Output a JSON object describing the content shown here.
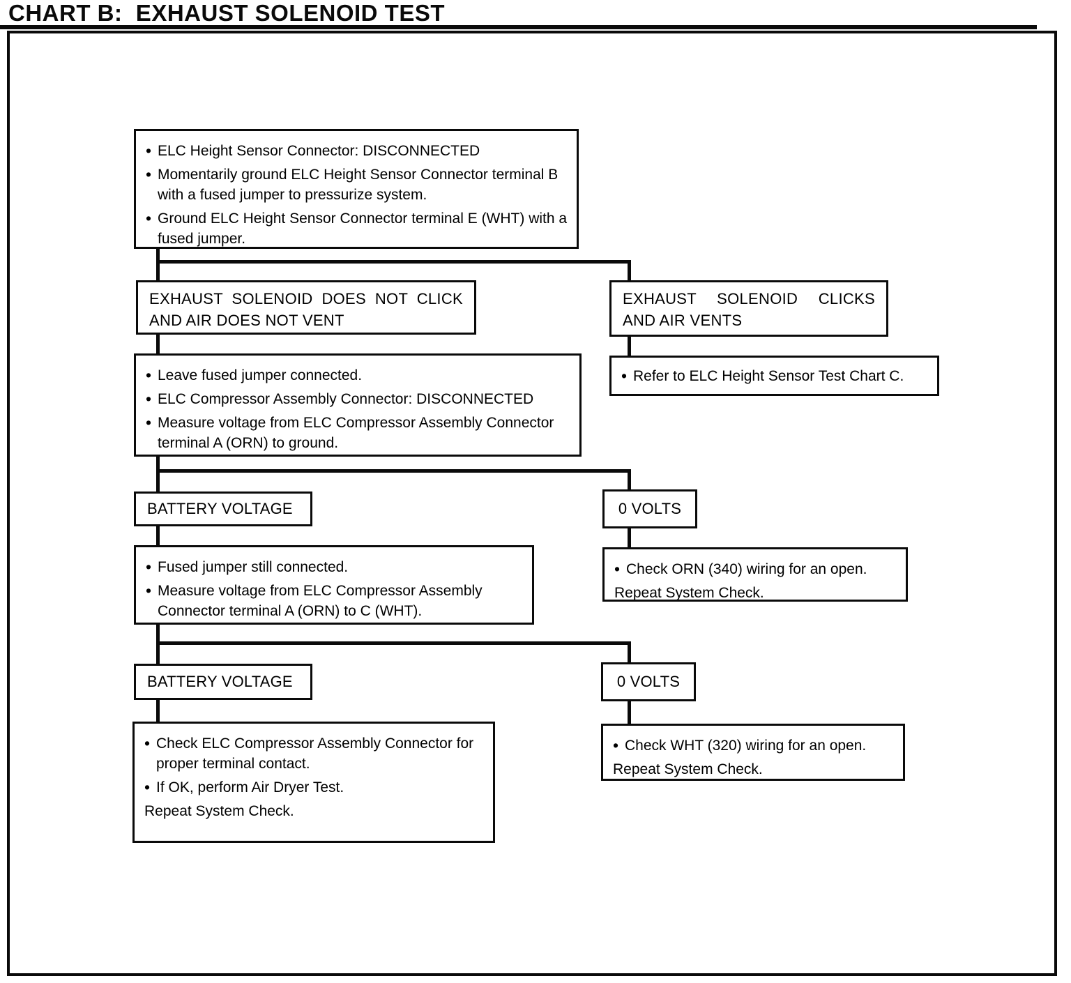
{
  "title": "CHART B:  EXHAUST SOLENOID TEST",
  "chart": {
    "step1": {
      "bullets": [
        "ELC Height Sensor Connector:  DISCONNECTED",
        "Momentarily ground ELC Height Sensor Connector terminal B with a fused jumper to pressurize system.",
        "Ground ELC Height Sensor Connector terminal E (WHT) with a fused jumper."
      ]
    },
    "result_no_click": {
      "label": "EXHAUST SOLENOID DOES NOT CLICK AND AIR DOES NOT VENT"
    },
    "result_clicks": {
      "label": "EXHAUST SOLENOID CLICKS AND AIR VENTS"
    },
    "step2": {
      "bullets": [
        "Leave fused jumper connected.",
        "ELC Compressor Assembly Connector:  DISCONNECTED",
        "Measure voltage from ELC Compressor Assembly Connector terminal A (ORN) to ground."
      ]
    },
    "refer_chart_c": {
      "bullets": [
        "Refer to ELC Height Sensor Test Chart C."
      ]
    },
    "battery_voltage_1": {
      "label": "BATTERY VOLTAGE"
    },
    "zero_volts_1": {
      "label": "0 VOLTS"
    },
    "step3": {
      "bullets": [
        "Fused jumper still connected.",
        "Measure voltage from ELC Compressor Assembly Connector terminal A (ORN) to C (WHT)."
      ]
    },
    "check_orn": {
      "bullets": [
        "Check ORN (340) wiring for an open."
      ],
      "footer": "Repeat System Check."
    },
    "battery_voltage_2": {
      "label": "BATTERY VOLTAGE"
    },
    "zero_volts_2": {
      "label": "0 VOLTS"
    },
    "final_left": {
      "bullets": [
        "Check ELC Compressor Assembly Connector for proper terminal contact.",
        "If OK, perform Air Dryer Test."
      ],
      "footer": "Repeat System Check."
    },
    "check_wht": {
      "bullets": [
        "Check WHT (320) wiring for an open."
      ],
      "footer": "Repeat System Check."
    }
  }
}
